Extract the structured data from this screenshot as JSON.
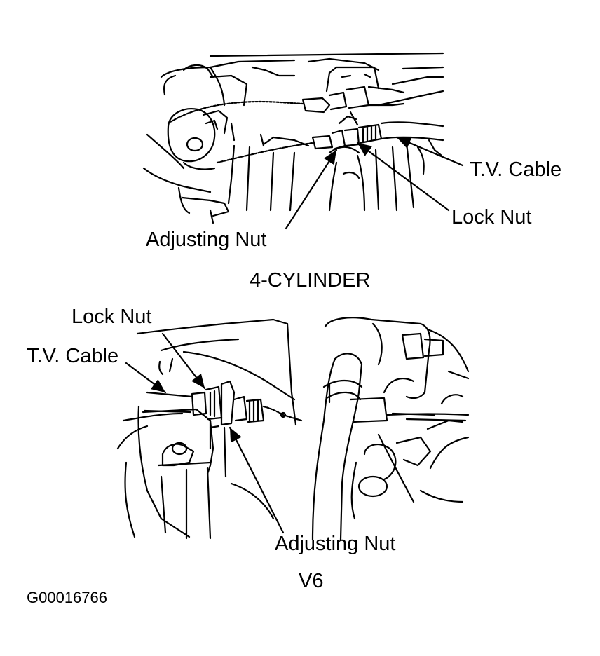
{
  "colors": {
    "ink": "#000000",
    "paper": "#ffffff"
  },
  "top_view": {
    "tv_cable_label": "T.V. Cable",
    "lock_nut_label": "Lock Nut",
    "adjusting_nut_label": "Adjusting Nut",
    "caption": "4-CYLINDER"
  },
  "bottom_view": {
    "lock_nut_label": "Lock Nut",
    "tv_cable_label": "T.V. Cable",
    "adjusting_nut_label": "Adjusting Nut",
    "caption": "V6"
  },
  "figure_id": "G00016766"
}
